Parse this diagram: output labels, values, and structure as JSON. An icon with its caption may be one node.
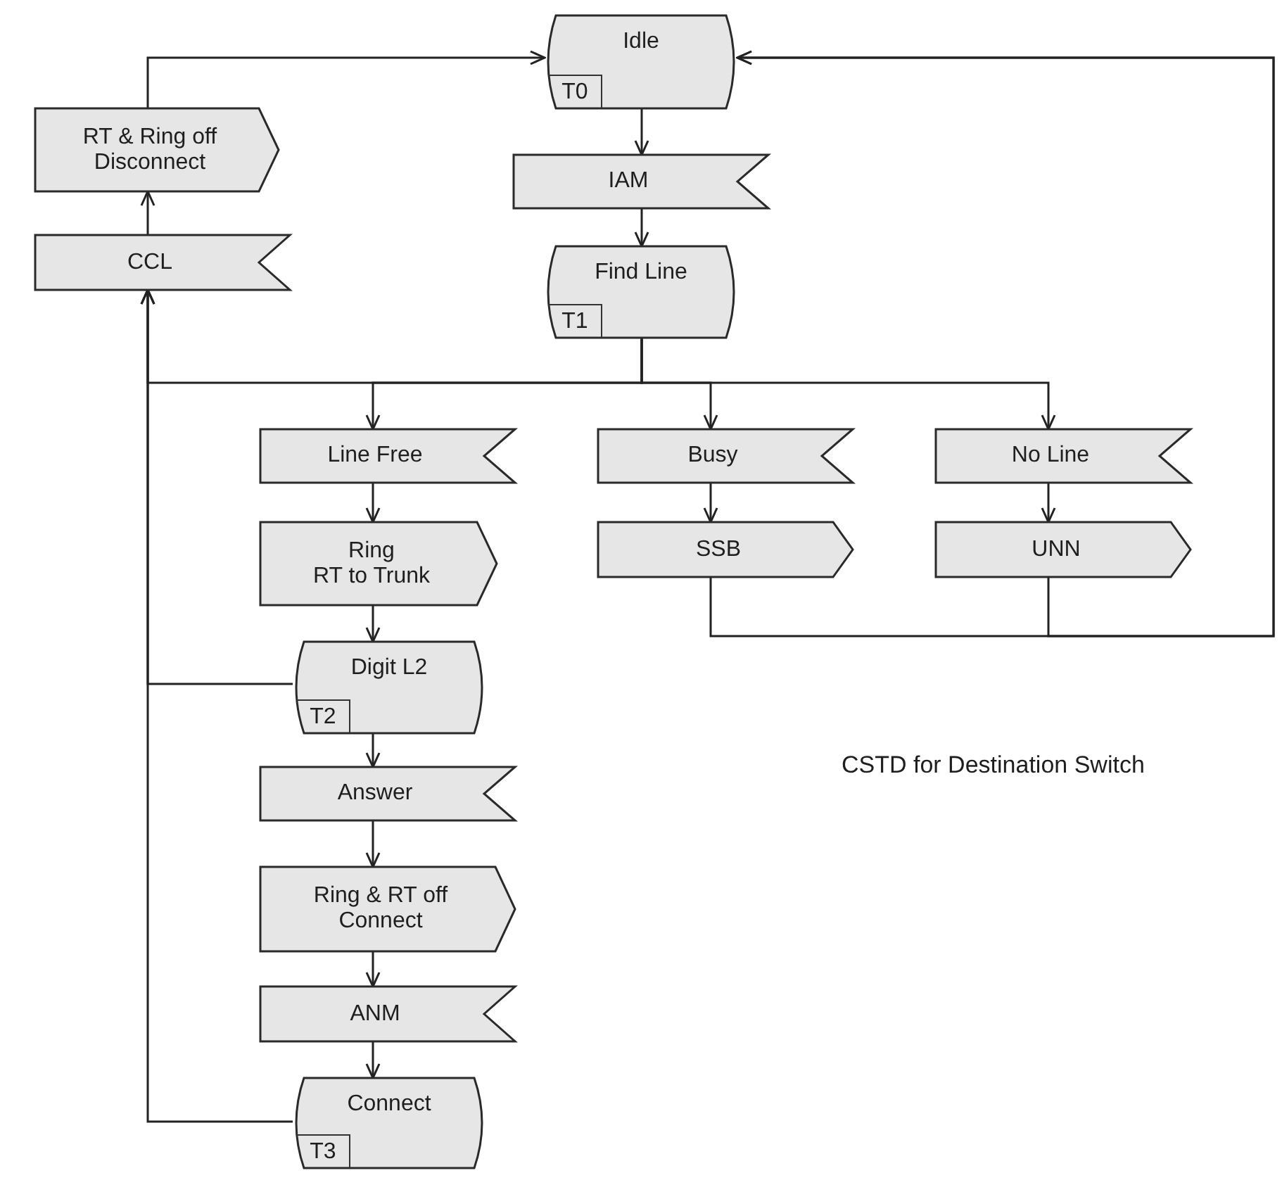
{
  "diagram": {
    "nodes": [
      {
        "text": [
          "Idle",
          "T0"
        ]
      },
      {
        "text": [
          "IAM"
        ]
      },
      {
        "text": [
          "Find Line",
          "T1"
        ]
      },
      {
        "text": [
          "Line Free"
        ]
      },
      {
        "text": [
          "Busy"
        ]
      },
      {
        "text": [
          "No Line"
        ]
      },
      {
        "text": [
          "Ring",
          "RT to Trunk"
        ]
      },
      {
        "text": [
          "SSB"
        ]
      },
      {
        "text": [
          "UNN"
        ]
      },
      {
        "text": [
          "Digit L2",
          "T2"
        ]
      },
      {
        "text": [
          "Answer"
        ]
      },
      {
        "text": [
          "Ring & RT off",
          "Connect"
        ]
      },
      {
        "text": [
          "ANM"
        ]
      },
      {
        "text": [
          "Connect",
          "T3"
        ]
      },
      {
        "text": [
          "CCL"
        ]
      },
      {
        "text": [
          "RT & Ring off",
          "Disconnect"
        ]
      }
    ],
    "edges": [
      {
        "from": 0,
        "to": 1,
        "arrow": "to"
      },
      {
        "from": 1,
        "to": 2,
        "arrow": "to"
      },
      {
        "from": 2,
        "to": 3,
        "arrow": "to"
      },
      {
        "from": 2,
        "to": 4,
        "arrow": "to"
      },
      {
        "from": 2,
        "to": 5,
        "arrow": "to"
      },
      {
        "from": 2,
        "to": 14,
        "arrow": "to"
      },
      {
        "from": 3,
        "to": 6,
        "arrow": "to"
      },
      {
        "from": 6,
        "to": 9,
        "arrow": "to"
      },
      {
        "from": 9,
        "to": 10,
        "arrow": "to"
      },
      {
        "from": 10,
        "to": 11,
        "arrow": "to"
      },
      {
        "from": 11,
        "to": 12,
        "arrow": "to"
      },
      {
        "from": 12,
        "to": 13,
        "arrow": "to"
      },
      {
        "from": 4,
        "to": 7,
        "arrow": "to"
      },
      {
        "from": 5,
        "to": 8,
        "arrow": "to"
      },
      {
        "from": 7,
        "to": 0,
        "arrow": "to"
      },
      {
        "from": 8,
        "to": 0,
        "arrow": "to"
      },
      {
        "from": 9,
        "to": 14,
        "arrow": "to"
      },
      {
        "from": 13,
        "to": 14,
        "arrow": "to"
      },
      {
        "from": 14,
        "to": 15,
        "arrow": "to"
      },
      {
        "from": 15,
        "to": 0,
        "arrow": "to"
      }
    ],
    "labels": [
      "CSTD for Destination Switch"
    ]
  }
}
